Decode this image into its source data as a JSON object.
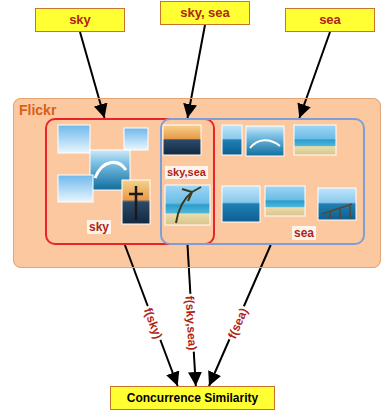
{
  "diagram": {
    "nodes": [
      {
        "text": [
          "sky"
        ]
      },
      {
        "text": [
          "sky, sea"
        ]
      },
      {
        "text": [
          "sea"
        ]
      },
      {
        "text": [
          "Flickr"
        ]
      },
      {
        "text": [
          "sky"
        ],
        "in": 3
      },
      {
        "text": [
          "sky,sea"
        ],
        "in": 3
      },
      {
        "text": [
          "sea"
        ],
        "in": 3
      },
      {
        "text": [
          "Concurrence Similarity"
        ]
      }
    ],
    "edges": [
      {
        "from": 0,
        "to": 4,
        "arrow": "to"
      },
      {
        "from": 1,
        "to": 5,
        "arrow": "to"
      },
      {
        "from": 2,
        "to": 6,
        "arrow": "to"
      },
      {
        "from": 4,
        "to": 7,
        "label": "f(sky)",
        "arrow": "to"
      },
      {
        "from": 5,
        "to": 7,
        "label": "f(sky,sea)",
        "arrow": "to"
      },
      {
        "from": 6,
        "to": 7,
        "label": "f(sea)",
        "arrow": "to"
      }
    ]
  }
}
